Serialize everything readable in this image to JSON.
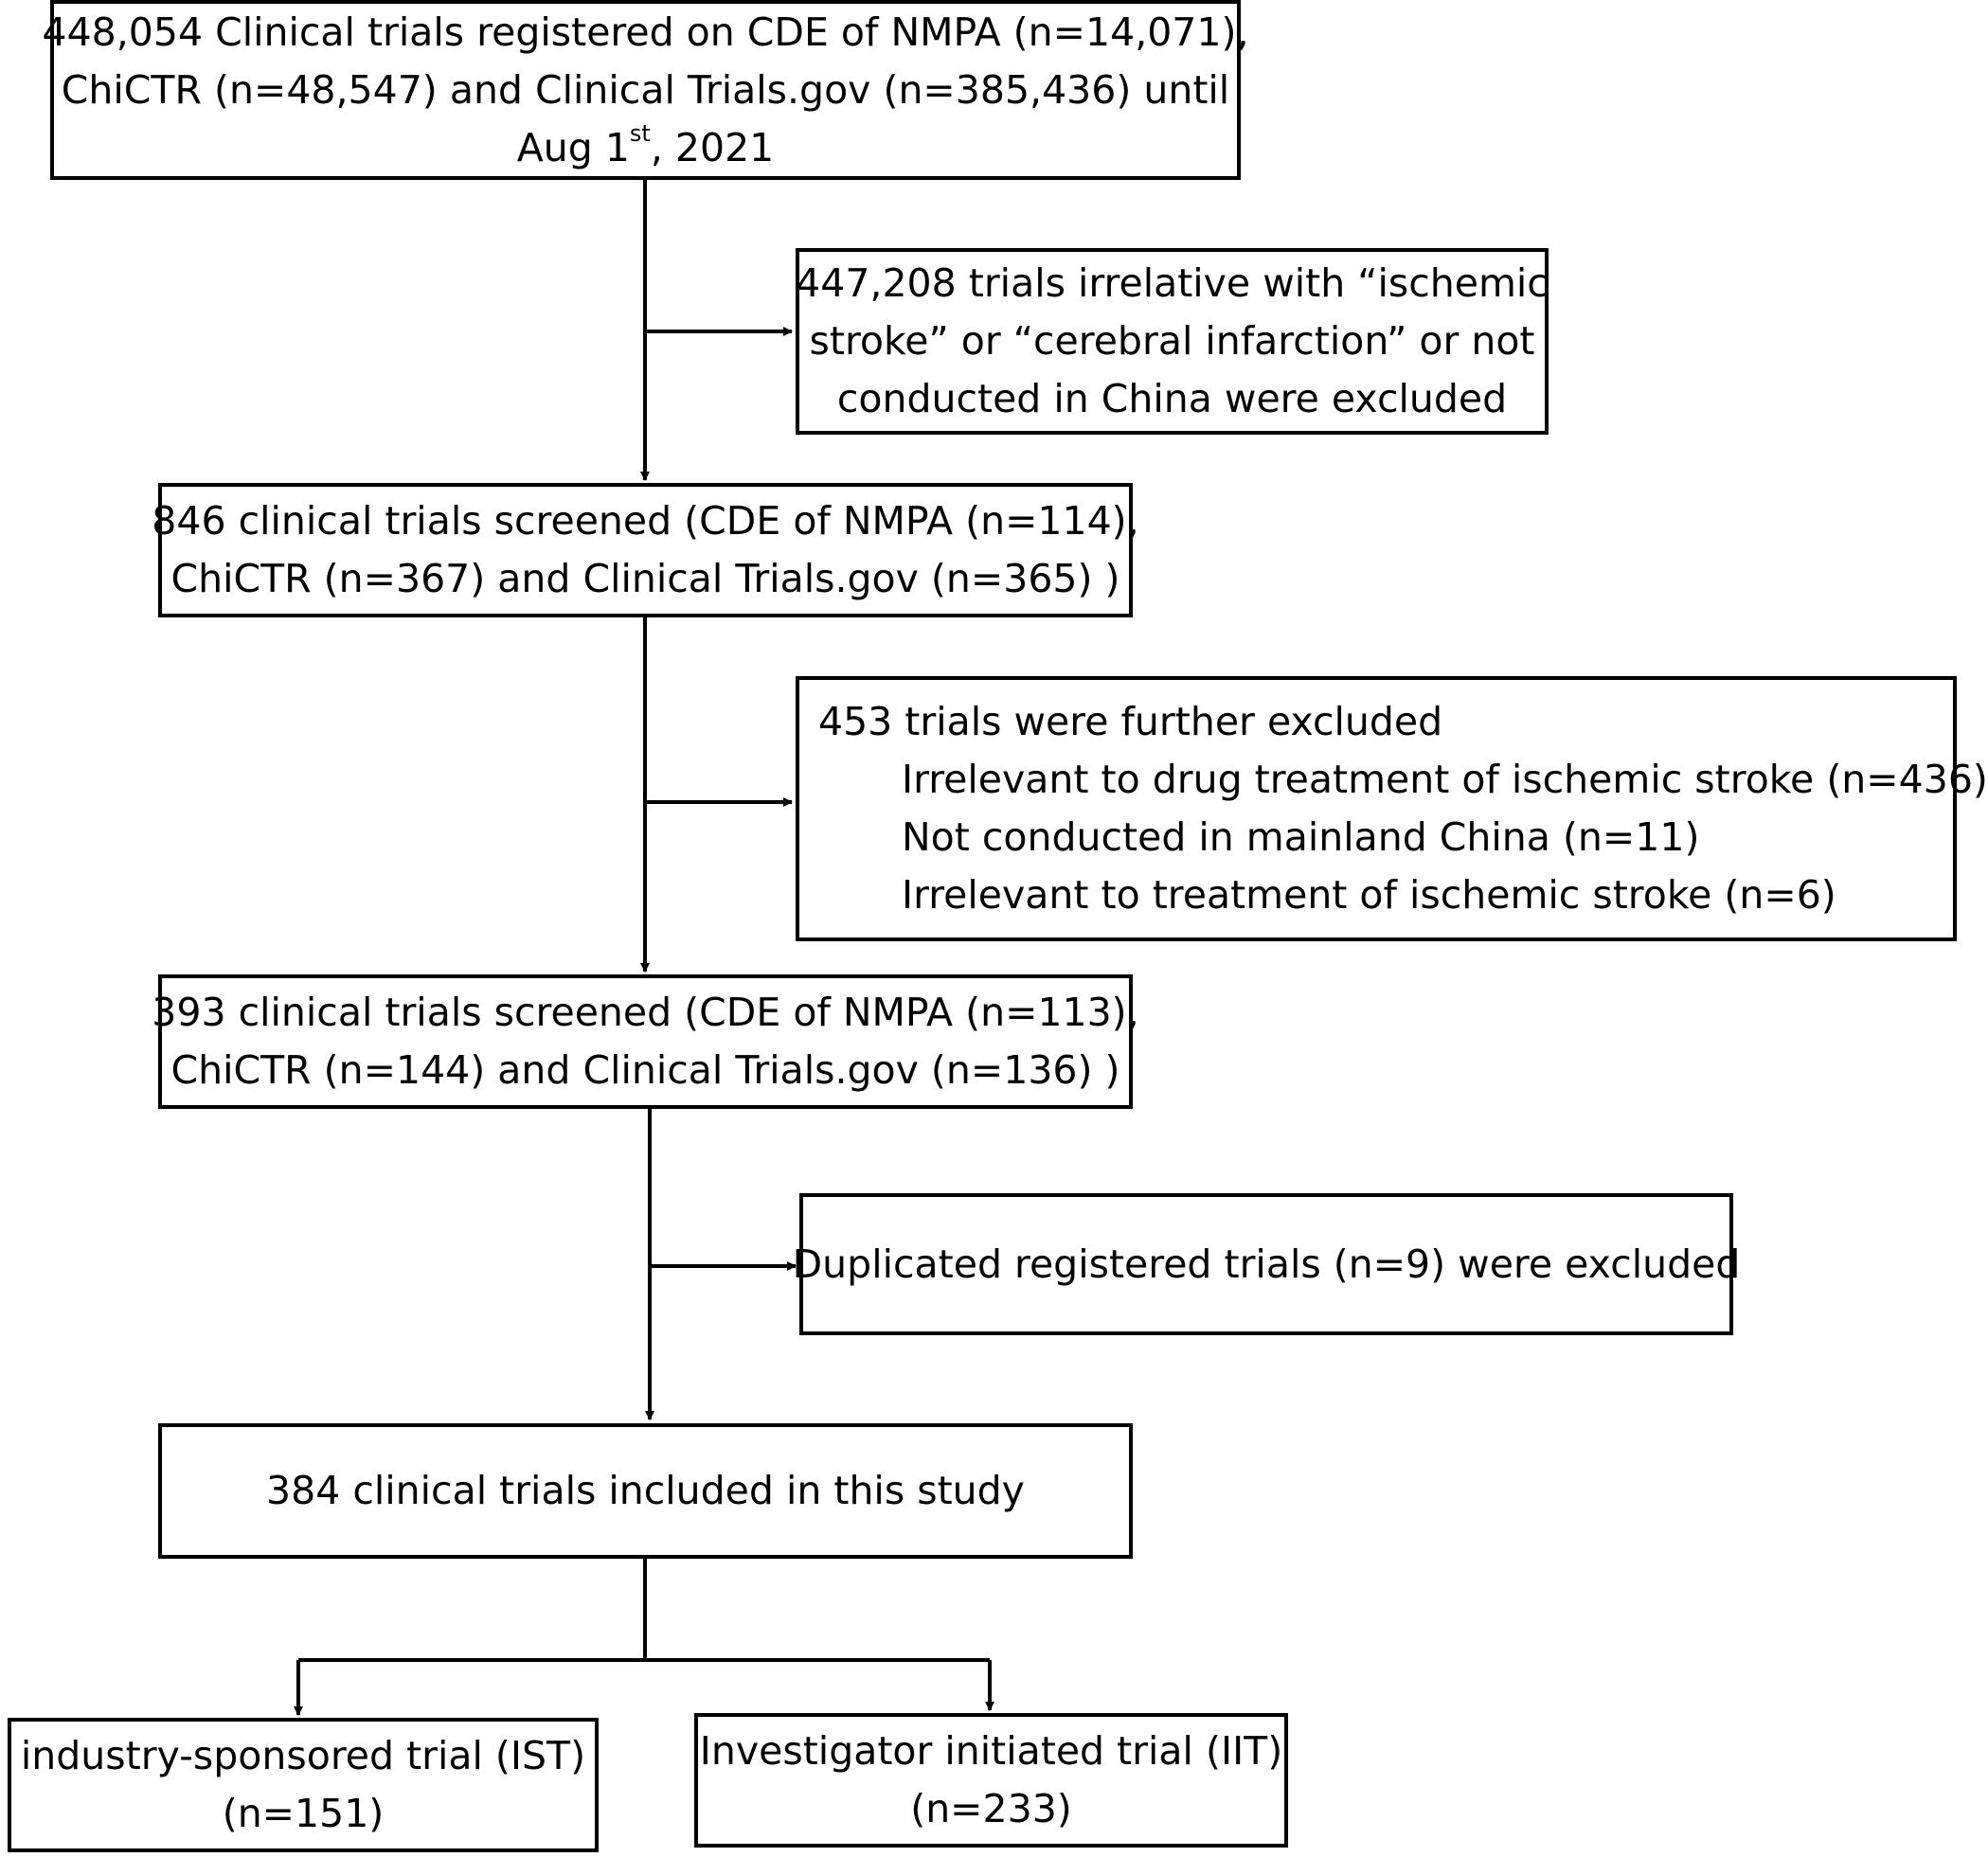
{
  "box_start": {
    "line1": "448,054 Clinical trials registered on CDE of NMPA (n=14,071),",
    "line2": "ChiCTR (n=48,547) and Clinical Trials.gov (n=385,436) until",
    "line3_pre": "Aug 1",
    "line3_sup": "st",
    "line3_post": ", 2021"
  },
  "box_exclude1": {
    "line1": "447,208 trials irrelative with “ischemic",
    "line2": "stroke” or “cerebral infarction” or not",
    "line3": "conducted in China were excluded"
  },
  "box_screen1": {
    "line1": "846 clinical trials screened (CDE of NMPA (n=114),",
    "line2": "ChiCTR (n=367) and Clinical Trials.gov (n=365) )"
  },
  "box_exclude2": {
    "title": "453 trials were further excluded",
    "items": [
      "Irrelevant to drug treatment  of ischemic stroke (n=436)",
      "Not conducted in mainland China (n=11)",
      "Irrelevant to treatment of ischemic stroke (n=6)"
    ]
  },
  "box_screen2": {
    "line1": "393 clinical trials screened (CDE of NMPA (n=113),",
    "line2": "ChiCTR (n=144) and Clinical Trials.gov (n=136) )"
  },
  "box_exclude3": {
    "line1": "Duplicated registered trials (n=9) were excluded"
  },
  "box_included": {
    "line1": "384 clinical trials included in this study"
  },
  "box_ist": {
    "line1": "industry-sponsored trial (IST)",
    "line2": "(n=151)"
  },
  "box_iit": {
    "line1": "Investigator initiated trial (IIT)",
    "line2": "(n=233)"
  }
}
